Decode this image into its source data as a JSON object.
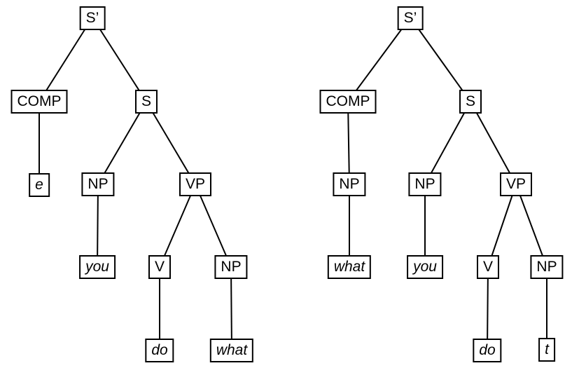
{
  "colors": {
    "background": "#ffffff",
    "box_border": "#000000",
    "edge": "#000000",
    "text": "#000000"
  },
  "left_tree": {
    "s_bar": "S’",
    "comp": "COMP",
    "s": "S",
    "e": "e",
    "np_subject": "NP",
    "vp": "VP",
    "you": "you",
    "v": "V",
    "np_object": "NP",
    "do": "do",
    "what": "what"
  },
  "right_tree": {
    "s_bar": "S’",
    "comp": "COMP",
    "s": "S",
    "np_comp": "NP",
    "np_subject": "NP",
    "vp": "VP",
    "what": "what",
    "you": "you",
    "v": "V",
    "np_object": "NP",
    "do": "do",
    "t": "t"
  }
}
